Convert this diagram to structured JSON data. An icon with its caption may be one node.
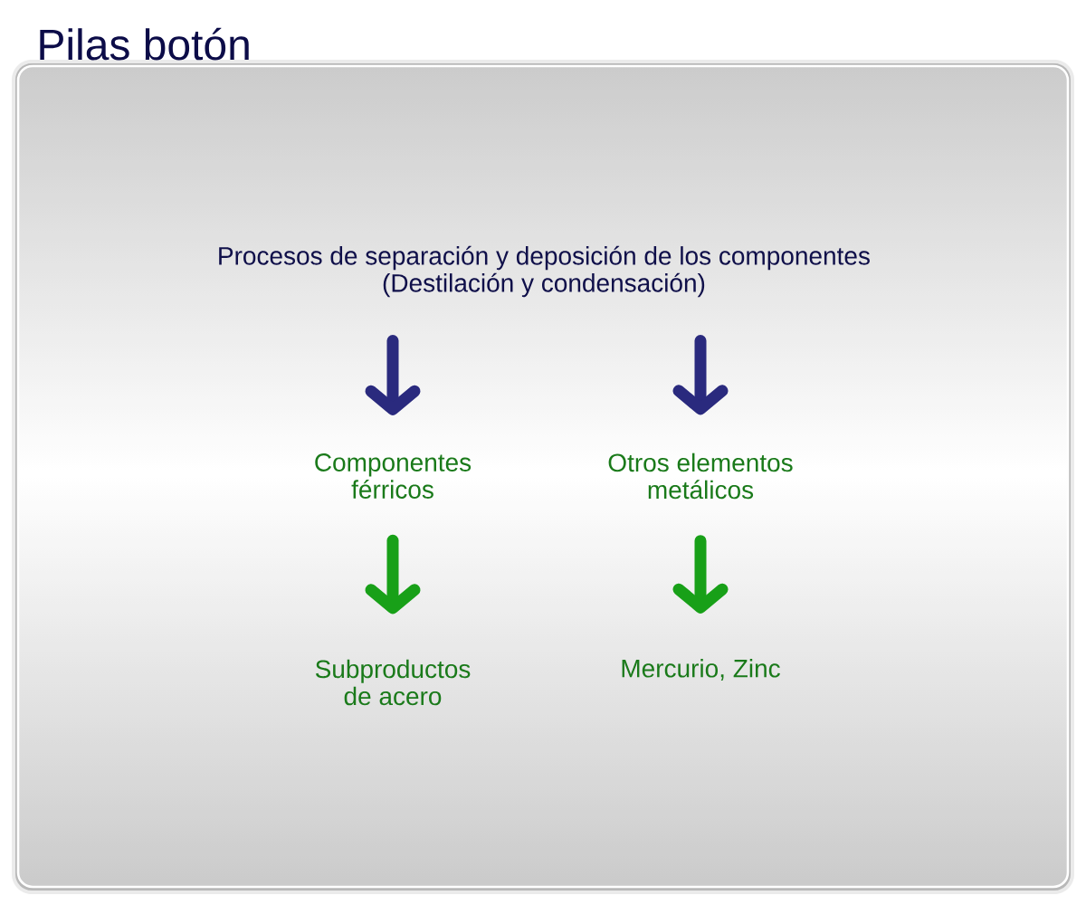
{
  "diagram": {
    "title": "Pilas botón",
    "nodes": [
      {
        "text": [
          "Procesos de separación y deposición de los componentes (Destilación y condensación)"
        ]
      },
      {
        "text": [
          "Componentes férricos"
        ]
      },
      {
        "text": [
          "Otros elementos metálicos"
        ]
      },
      {
        "text": [
          "Subproductos de acero"
        ]
      },
      {
        "text": [
          "Mercurio, Zinc"
        ]
      }
    ],
    "edges": [
      {
        "from": 0,
        "to": 1,
        "arrow": "to",
        "color": "#2a2a7e"
      },
      {
        "from": 0,
        "to": 2,
        "arrow": "to",
        "color": "#2a2a7e"
      },
      {
        "from": 1,
        "to": 3,
        "arrow": "to",
        "color": "#18a018"
      },
      {
        "from": 2,
        "to": 4,
        "arrow": "to",
        "color": "#18a018"
      }
    ]
  }
}
